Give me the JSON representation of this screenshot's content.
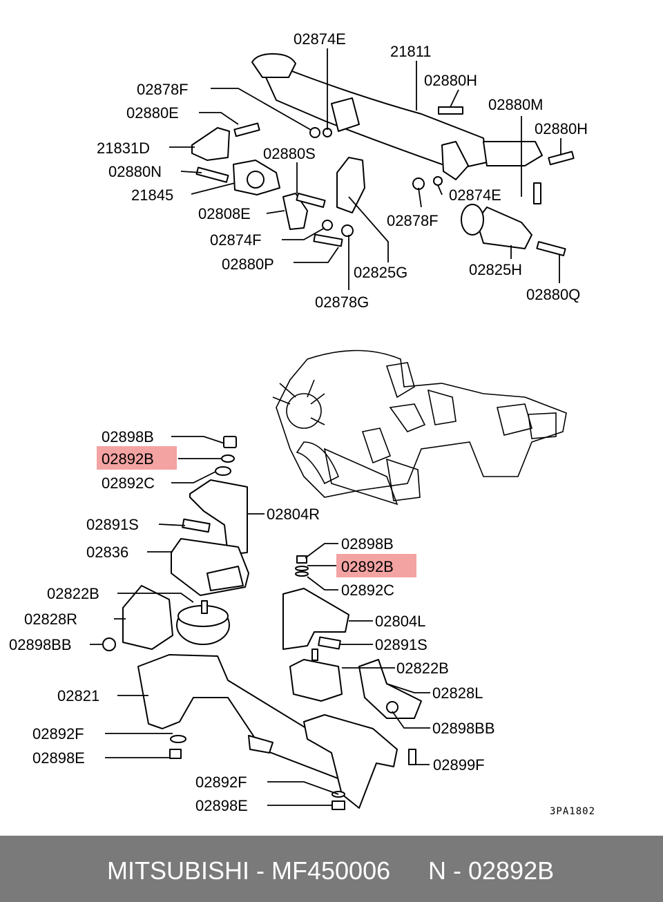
{
  "diagram": {
    "reference_code": "3PA1802",
    "highlight_color": "#f4a3a3",
    "labels": [
      "02874E",
      "21811",
      "02878F",
      "02880H",
      "02880E",
      "02880M",
      "02880H",
      "21831D",
      "02880S",
      "02880N",
      "21845",
      "02874E",
      "02808E",
      "02878F",
      "02874F",
      "02825G",
      "02880P",
      "02825H",
      "02878G",
      "02880Q",
      "02898B",
      "02892B",
      "02892C",
      "02804R",
      "02891S",
      "02836",
      "02898B",
      "02892B",
      "02892C",
      "02822B",
      "02828R",
      "02804L",
      "02898BB",
      "02891S",
      "02822B",
      "02821",
      "02828L",
      "02898BB",
      "02892F",
      "02898E",
      "02899F",
      "02892F",
      "02898E"
    ]
  },
  "footer": {
    "brand_part": "MITSUBISHI - MF450006",
    "ref": "N - 02892B"
  }
}
